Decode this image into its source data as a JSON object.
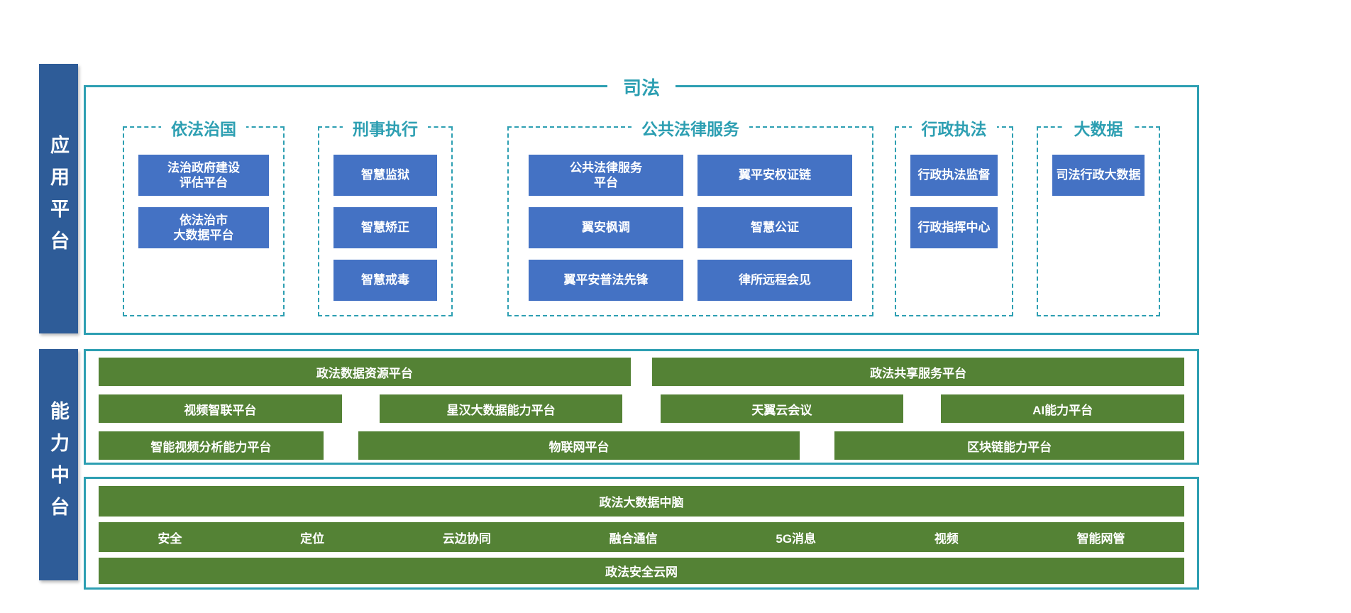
{
  "colors": {
    "teal_border": "#2d9fb2",
    "button_blue": "#4472c4",
    "sidebar_blue": "#2e5c98",
    "bar_green": "#548235",
    "text_white": "#ffffff"
  },
  "sidebar": {
    "application_platform": "应用平台",
    "capability_platform": "能力中台"
  },
  "application_platform": {
    "title": "司法",
    "sections": [
      {
        "title": "依法治国",
        "items": [
          "法治政府建设\n评估平台",
          "依法治市\n大数据平台"
        ]
      },
      {
        "title": "刑事执行",
        "items": [
          "智慧监狱",
          "智慧矫正",
          "智慧戒毒"
        ]
      },
      {
        "title": "公共法律服务",
        "columns": [
          [
            "公共法律服务\n平台",
            "翼安枫调",
            "翼平安普法先锋"
          ],
          [
            "翼平安权证链",
            "智慧公证",
            "律所远程会见"
          ]
        ]
      },
      {
        "title": "行政执法",
        "items": [
          "行政执法监督",
          "行政指挥中心"
        ]
      },
      {
        "title": "大数据",
        "items": [
          "司法行政大数据"
        ]
      }
    ]
  },
  "capability_platform": {
    "upper": {
      "row1": [
        "政法数据资源平台",
        "政法共享服务平台"
      ],
      "row2": [
        "视频智联平台",
        "星汉大数据能力平台",
        "天翼云会议",
        "AI能力平台"
      ],
      "row3": [
        "智能视频分析能力平台",
        "物联网平台",
        "区块链能力平台"
      ]
    },
    "lower": {
      "row1": "政法大数据中脑",
      "row2": [
        "安全",
        "定位",
        "云边协同",
        "融合通信",
        "5G消息",
        "视频",
        "智能网管"
      ],
      "row3": "政法安全云网"
    }
  }
}
